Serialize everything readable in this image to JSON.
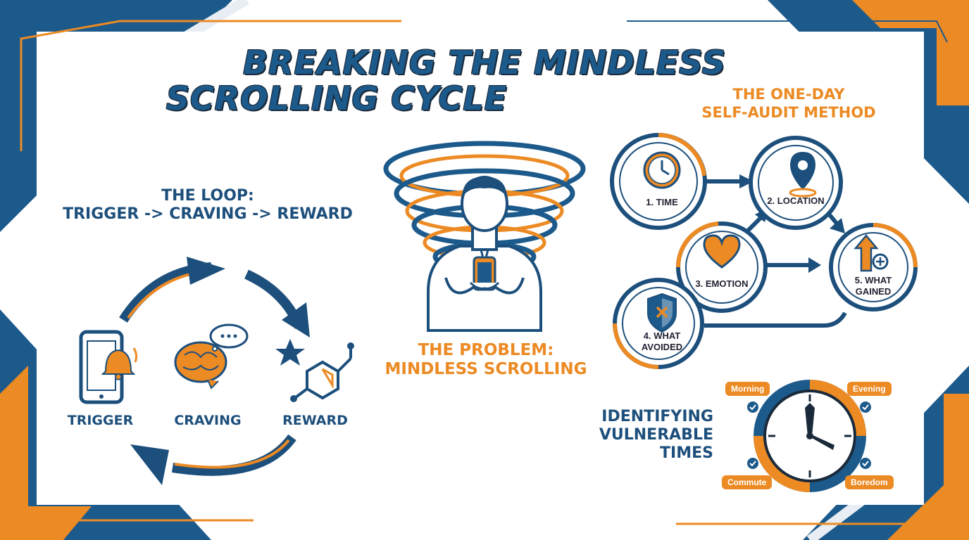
{
  "colors": {
    "primary_blue": "#1d5a8c",
    "dark_blue": "#1d4f7c",
    "accent_orange": "#ec8a23",
    "outline": "#1a2a3a"
  },
  "title": {
    "line1": "BREAKING THE MINDLESS",
    "line2": "SCROLLING CYCLE"
  },
  "loop": {
    "heading_line1": "THE LOOP:",
    "heading_line2": "TRIGGER -> CRAVING -> REWARD",
    "stages": [
      {
        "label": "TRIGGER",
        "icon": "phone-bell-icon"
      },
      {
        "label": "CRAVING",
        "icon": "brain-thought-icon"
      },
      {
        "label": "REWARD",
        "icon": "star-molecule-icon"
      }
    ]
  },
  "problem": {
    "line1": "THE PROBLEM:",
    "line2": "MINDLESS SCROLLING",
    "icon": "person-phone-vortex-icon"
  },
  "audit": {
    "heading_line1": "THE ONE-DAY",
    "heading_line2": "SELF-AUDIT METHOD",
    "steps": [
      {
        "label_line1": "1. TIME",
        "label_line2": "",
        "icon": "clock-icon"
      },
      {
        "label_line1": "2. LOCATION",
        "label_line2": "",
        "icon": "location-pin-icon"
      },
      {
        "label_line1": "3. EMOTION",
        "label_line2": "",
        "icon": "heart-icon"
      },
      {
        "label_line1": "4. WHAT",
        "label_line2": "AVOIDED",
        "icon": "shield-x-icon"
      },
      {
        "label_line1": "5. WHAT",
        "label_line2": "GAINED",
        "icon": "arrow-up-plus-icon"
      }
    ]
  },
  "vulnerable": {
    "heading_line1": "IDENTIFYING",
    "heading_line2": "VULNERABLE",
    "heading_line3": "TIMES",
    "times": [
      "Morning",
      "Evening",
      "Commute",
      "Boredom"
    ],
    "icon": "clock-icon"
  }
}
